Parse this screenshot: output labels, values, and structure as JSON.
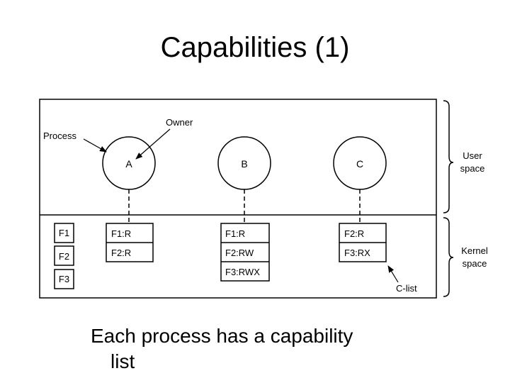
{
  "slide": {
    "title": "Capabilities (1)",
    "caption_line1": "Each process has a capability",
    "caption_line2": "list"
  },
  "diagram": {
    "labels": {
      "process": "Process",
      "owner": "Owner",
      "user_space_1": "User",
      "user_space_2": "space",
      "kernel_space_1": "Kernel",
      "kernel_space_2": "space",
      "clist": "C-list"
    },
    "files": [
      "F1",
      "F2",
      "F3"
    ],
    "processes": [
      {
        "name": "A",
        "capabilities": [
          "F1:R",
          "F2:R"
        ]
      },
      {
        "name": "B",
        "capabilities": [
          "F1:R",
          "F2:RW",
          "F3:RWX"
        ]
      },
      {
        "name": "C",
        "capabilities": [
          "F2:R",
          "F3:RX"
        ]
      }
    ]
  }
}
